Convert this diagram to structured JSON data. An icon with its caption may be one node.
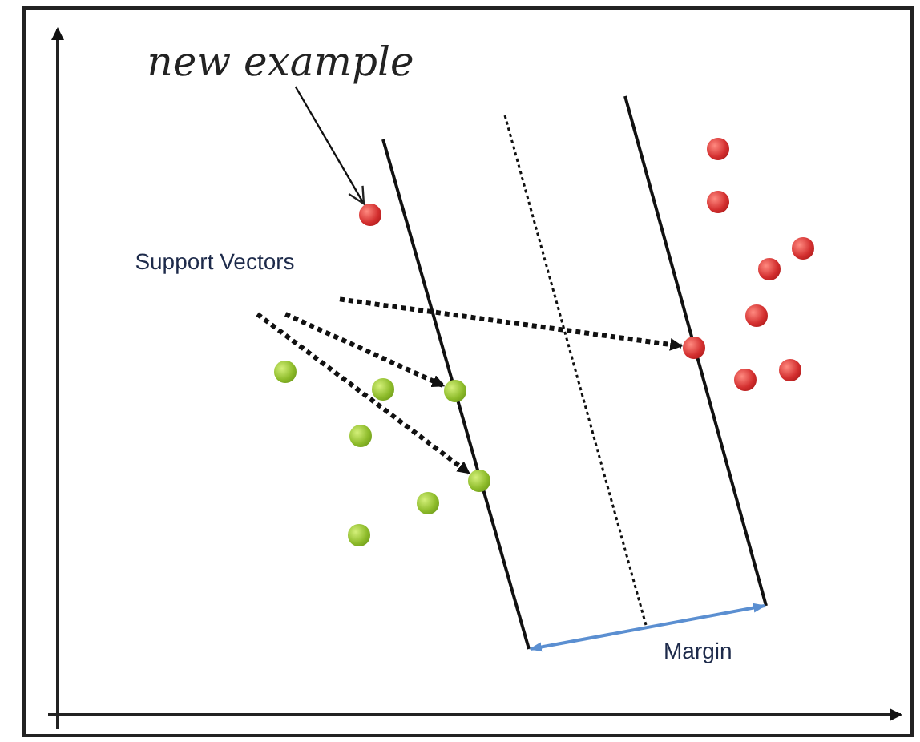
{
  "diagram": {
    "nodes": [
      {
        "text": [
          "new example"
        ]
      },
      {
        "text": [
          "Support Vectors"
        ]
      },
      {
        "text": [],
        "shape": "circle"
      },
      {
        "text": [],
        "shape": "circle"
      },
      {
        "text": [],
        "shape": "circle"
      },
      {
        "text": [],
        "shape": "circle"
      },
      {
        "text": [],
        "shape": "circle"
      },
      {
        "text": [],
        "shape": "circle"
      },
      {
        "text": [],
        "shape": "circle"
      },
      {
        "text": [],
        "shape": "circle"
      },
      {
        "text": [],
        "shape": "circle"
      },
      {
        "text": [],
        "shape": "circle"
      },
      {
        "text": [],
        "shape": "circle"
      },
      {
        "text": [],
        "shape": "circle"
      },
      {
        "text": [],
        "shape": "circle"
      },
      {
        "text": [],
        "shape": "circle"
      },
      {
        "text": [],
        "shape": "circle"
      },
      {
        "text": [],
        "shape": "circle"
      }
    ],
    "edges": [
      {
        "from": 0,
        "to": 2,
        "arrow": "to"
      },
      {
        "from": 1,
        "to": 5,
        "arrow": "to",
        "style": "dashed"
      },
      {
        "from": 1,
        "to": 7,
        "arrow": "to",
        "style": "dashed"
      },
      {
        "from": 1,
        "to": 15,
        "arrow": "to",
        "style": "dashed"
      }
    ],
    "labels": [
      "Margin"
    ]
  }
}
